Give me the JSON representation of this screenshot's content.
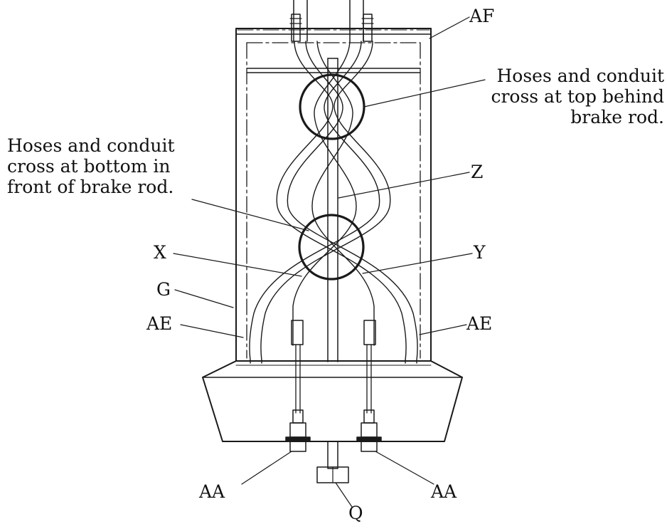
{
  "callouts": {
    "af": "AF",
    "z": "Z",
    "x": "X",
    "y": "Y",
    "g": "G",
    "ae_left": "AE",
    "ae_right": "AE",
    "aa_left": "AA",
    "aa_right": "AA",
    "q": "Q"
  },
  "notes": {
    "top_cross": [
      "Hoses and conduit",
      "cross at top behind",
      "brake rod."
    ],
    "bottom_cross": [
      "Hoses and conduit",
      "cross at bottom in",
      "front of brake rod."
    ]
  },
  "colors": {
    "line": "#1a1a1a",
    "background": "#ffffff"
  }
}
